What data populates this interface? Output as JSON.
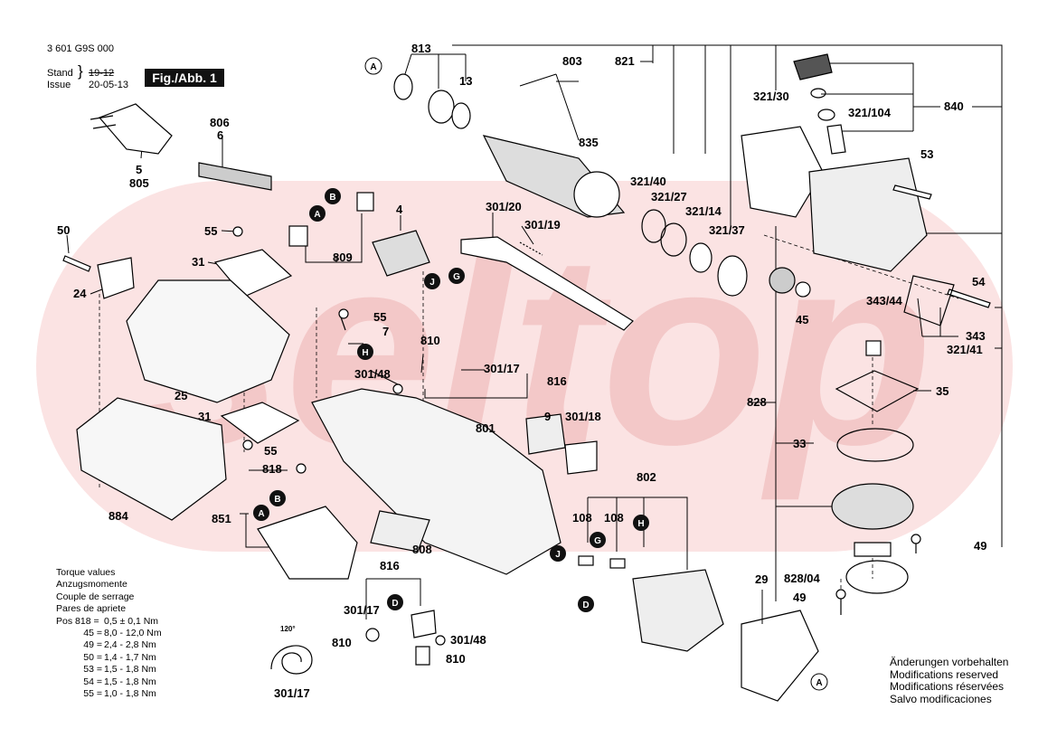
{
  "header": {
    "doc_number": "3 601 G9S 000",
    "stand_label": "Stand",
    "issue_label": "Issue",
    "old_date": "19-12",
    "new_date": "20-05-13",
    "figure": "Fig./Abb. 1"
  },
  "watermark": "seltop",
  "part_labels": {
    "p813": "813",
    "p803": "803",
    "p821": "821",
    "p13": "13",
    "p835": "835",
    "p806": "806",
    "p6": "6",
    "p5": "5",
    "p805": "805",
    "p321_30": "321/30",
    "p321_104": "321/104",
    "p840": "840",
    "p53": "53",
    "p321_40": "321/40",
    "p321_27": "321/27",
    "p321_14": "321/14",
    "p321_37": "321/37",
    "p4": "4",
    "p301_20": "301/20",
    "p301_19": "301/19",
    "p50": "50",
    "p55a": "55",
    "p31a": "31",
    "p809": "809",
    "p24": "24",
    "p54": "54",
    "p343_44": "343/44",
    "p45": "45",
    "p343": "343",
    "p321_41": "321/41",
    "p55b": "55",
    "p7": "7",
    "p810a": "810",
    "p301_48a": "301/48",
    "p301_17a": "301/17",
    "p816a": "816",
    "p828": "828",
    "p35": "35",
    "p25": "25",
    "p9": "9",
    "p301_18": "301/18",
    "p801": "801",
    "p31b": "31",
    "p55c": "55",
    "p33": "33",
    "p818": "818",
    "p802": "802",
    "p884": "884",
    "p851": "851",
    "p108a": "108",
    "p108b": "108",
    "p49a": "49",
    "p808": "808",
    "p816b": "816",
    "p29": "29",
    "p828_04": "828/04",
    "p49b": "49",
    "p301_17b": "301/17",
    "p301_48b": "301/48",
    "p810b": "810",
    "p810c": "810",
    "p301_17c": "301/17",
    "angle": "120°"
  },
  "callouts": {
    "A": "A",
    "B": "B",
    "G": "G",
    "J": "J",
    "H": "H",
    "D": "D"
  },
  "torque": {
    "lines": [
      "Torque values",
      "Anzugsmomente",
      "Couple de serrage",
      "Pares de apriete"
    ],
    "rows": [
      {
        "pos": "Pos 818 =",
        "value": "0,5 ± 0,1 Nm"
      },
      {
        "pos": "45 =",
        "value": "8,0 - 12,0 Nm"
      },
      {
        "pos": "49 =",
        "value": "2,4 - 2,8 Nm"
      },
      {
        "pos": "50 =",
        "value": "1,4 - 1,7 Nm"
      },
      {
        "pos": "53 =",
        "value": "1,5 - 1,8 Nm"
      },
      {
        "pos": "54 =",
        "value": "1,5 - 1,8 Nm"
      },
      {
        "pos": "55 =",
        "value": "1,0 - 1,8 Nm"
      }
    ]
  },
  "notes": [
    "Änderungen vorbehalten",
    "Modifications reserved",
    "Modifications réservées",
    "Salvo modificaciones"
  ]
}
